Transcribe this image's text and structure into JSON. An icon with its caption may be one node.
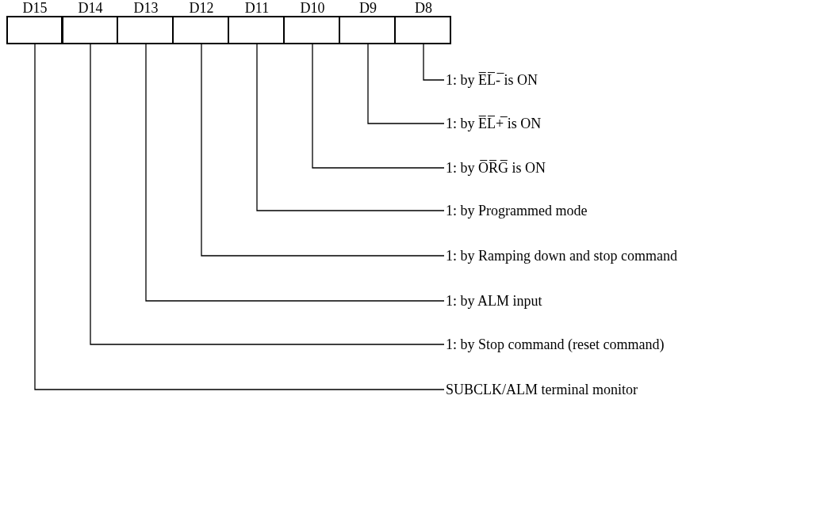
{
  "diagram": {
    "nodes": [
      {
        "text": [
          "D15"
        ]
      },
      {
        "text": [
          "D14"
        ]
      },
      {
        "text": [
          "D13"
        ]
      },
      {
        "text": [
          "D12"
        ]
      },
      {
        "text": [
          "D11"
        ]
      },
      {
        "text": [
          "D10"
        ]
      },
      {
        "text": [
          "D9"
        ]
      },
      {
        "text": [
          "D8"
        ]
      },
      {
        "text": [
          "1: by E̅L̅-̅ is ON"
        ]
      },
      {
        "text": [
          "1: by E̅L̅+̅ is ON"
        ]
      },
      {
        "text": [
          "1: by O̅R̅G̅ is ON"
        ]
      },
      {
        "text": [
          "1: by Programmed mode"
        ]
      },
      {
        "text": [
          "1: by Ramping down and stop command"
        ]
      },
      {
        "text": [
          "1: by ALM input"
        ]
      },
      {
        "text": [
          "1: by Stop command (reset command)"
        ]
      },
      {
        "text": [
          "SUBCLK/ALM terminal monitor"
        ]
      }
    ],
    "edges": [
      {
        "from": 7,
        "to": 8,
        "arrow": "none"
      },
      {
        "from": 6,
        "to": 9,
        "arrow": "none"
      },
      {
        "from": 5,
        "to": 10,
        "arrow": "none"
      },
      {
        "from": 4,
        "to": 11,
        "arrow": "none"
      },
      {
        "from": 3,
        "to": 12,
        "arrow": "none"
      },
      {
        "from": 2,
        "to": 13,
        "arrow": "none"
      },
      {
        "from": 1,
        "to": 14,
        "arrow": "none"
      },
      {
        "from": 0,
        "to": 15,
        "arrow": "none"
      }
    ]
  }
}
